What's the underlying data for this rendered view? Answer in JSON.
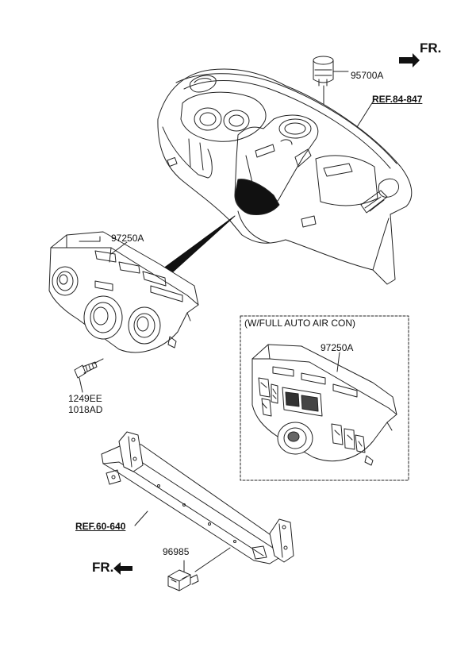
{
  "labels": {
    "fr_top": "FR.",
    "fr_bottom": "FR.",
    "part_95700A": "95700A",
    "ref_84_847": "REF.84-847",
    "part_97250A_main": "97250A",
    "part_1249EE": "1249EE",
    "part_1018AD": "1018AD",
    "box_title": "(W/FULL AUTO AIR CON)",
    "part_97250A_auto": "97250A",
    "ref_60_640": "REF.60-640",
    "part_96985": "96985"
  }
}
